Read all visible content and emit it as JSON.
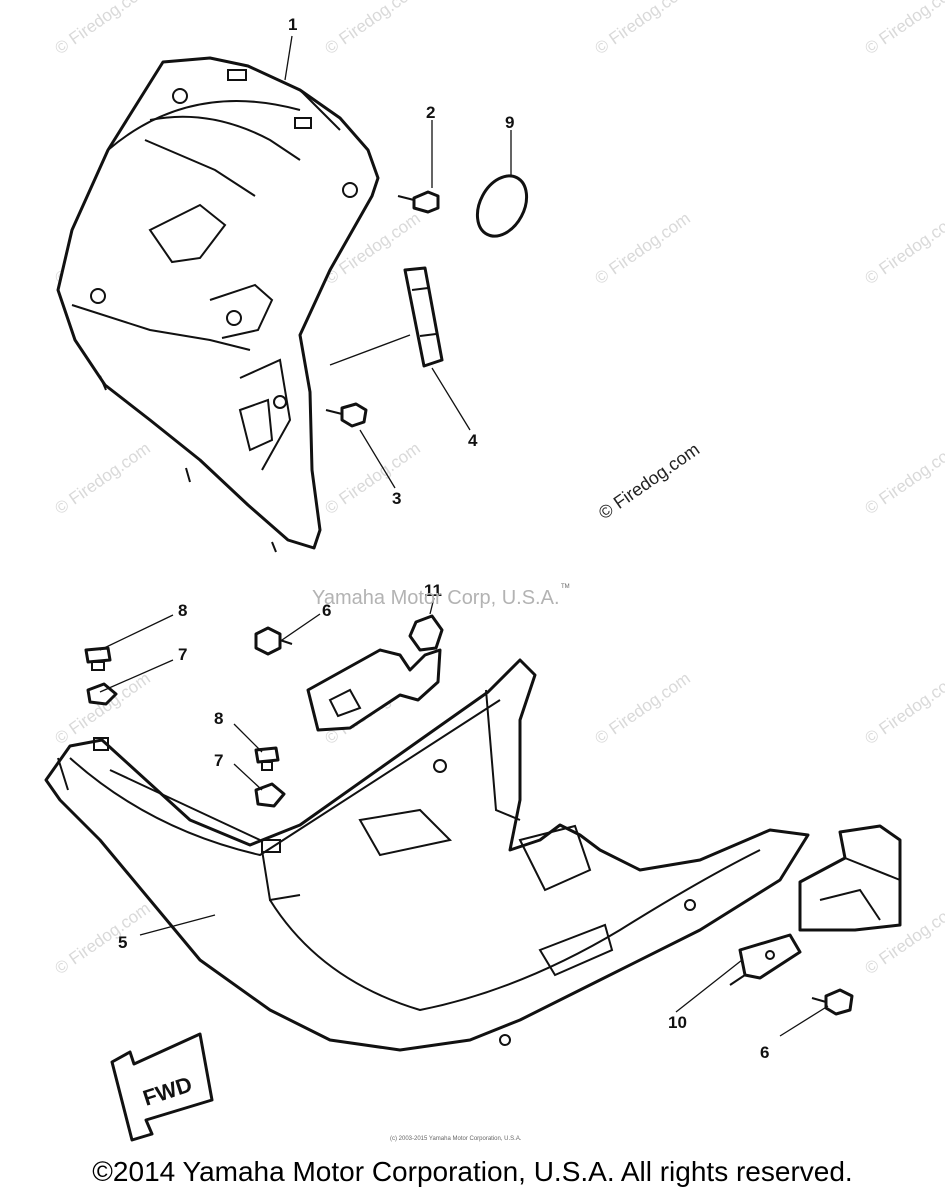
{
  "watermark": {
    "text": "© Firedog.com",
    "prominent": "© Firedog.com"
  },
  "company_label": "Yamaha Motor Corp, U.S.A.",
  "company_tm": "TM",
  "fwd_label": "FWD",
  "small_credit": "(c) 2003-2015 Yamaha Motor Corporation, U.S.A.",
  "footer_copyright": "©2014 Yamaha Motor Corporation, U.S.A. All rights reserved.",
  "callouts": {
    "c1": "1",
    "c2": "2",
    "c3": "3",
    "c4": "4",
    "c5": "5",
    "c6a": "6",
    "c6b": "6",
    "c7a": "7",
    "c7b": "7",
    "c8a": "8",
    "c8b": "8",
    "c9": "9",
    "c10": "10",
    "c11": "11"
  }
}
